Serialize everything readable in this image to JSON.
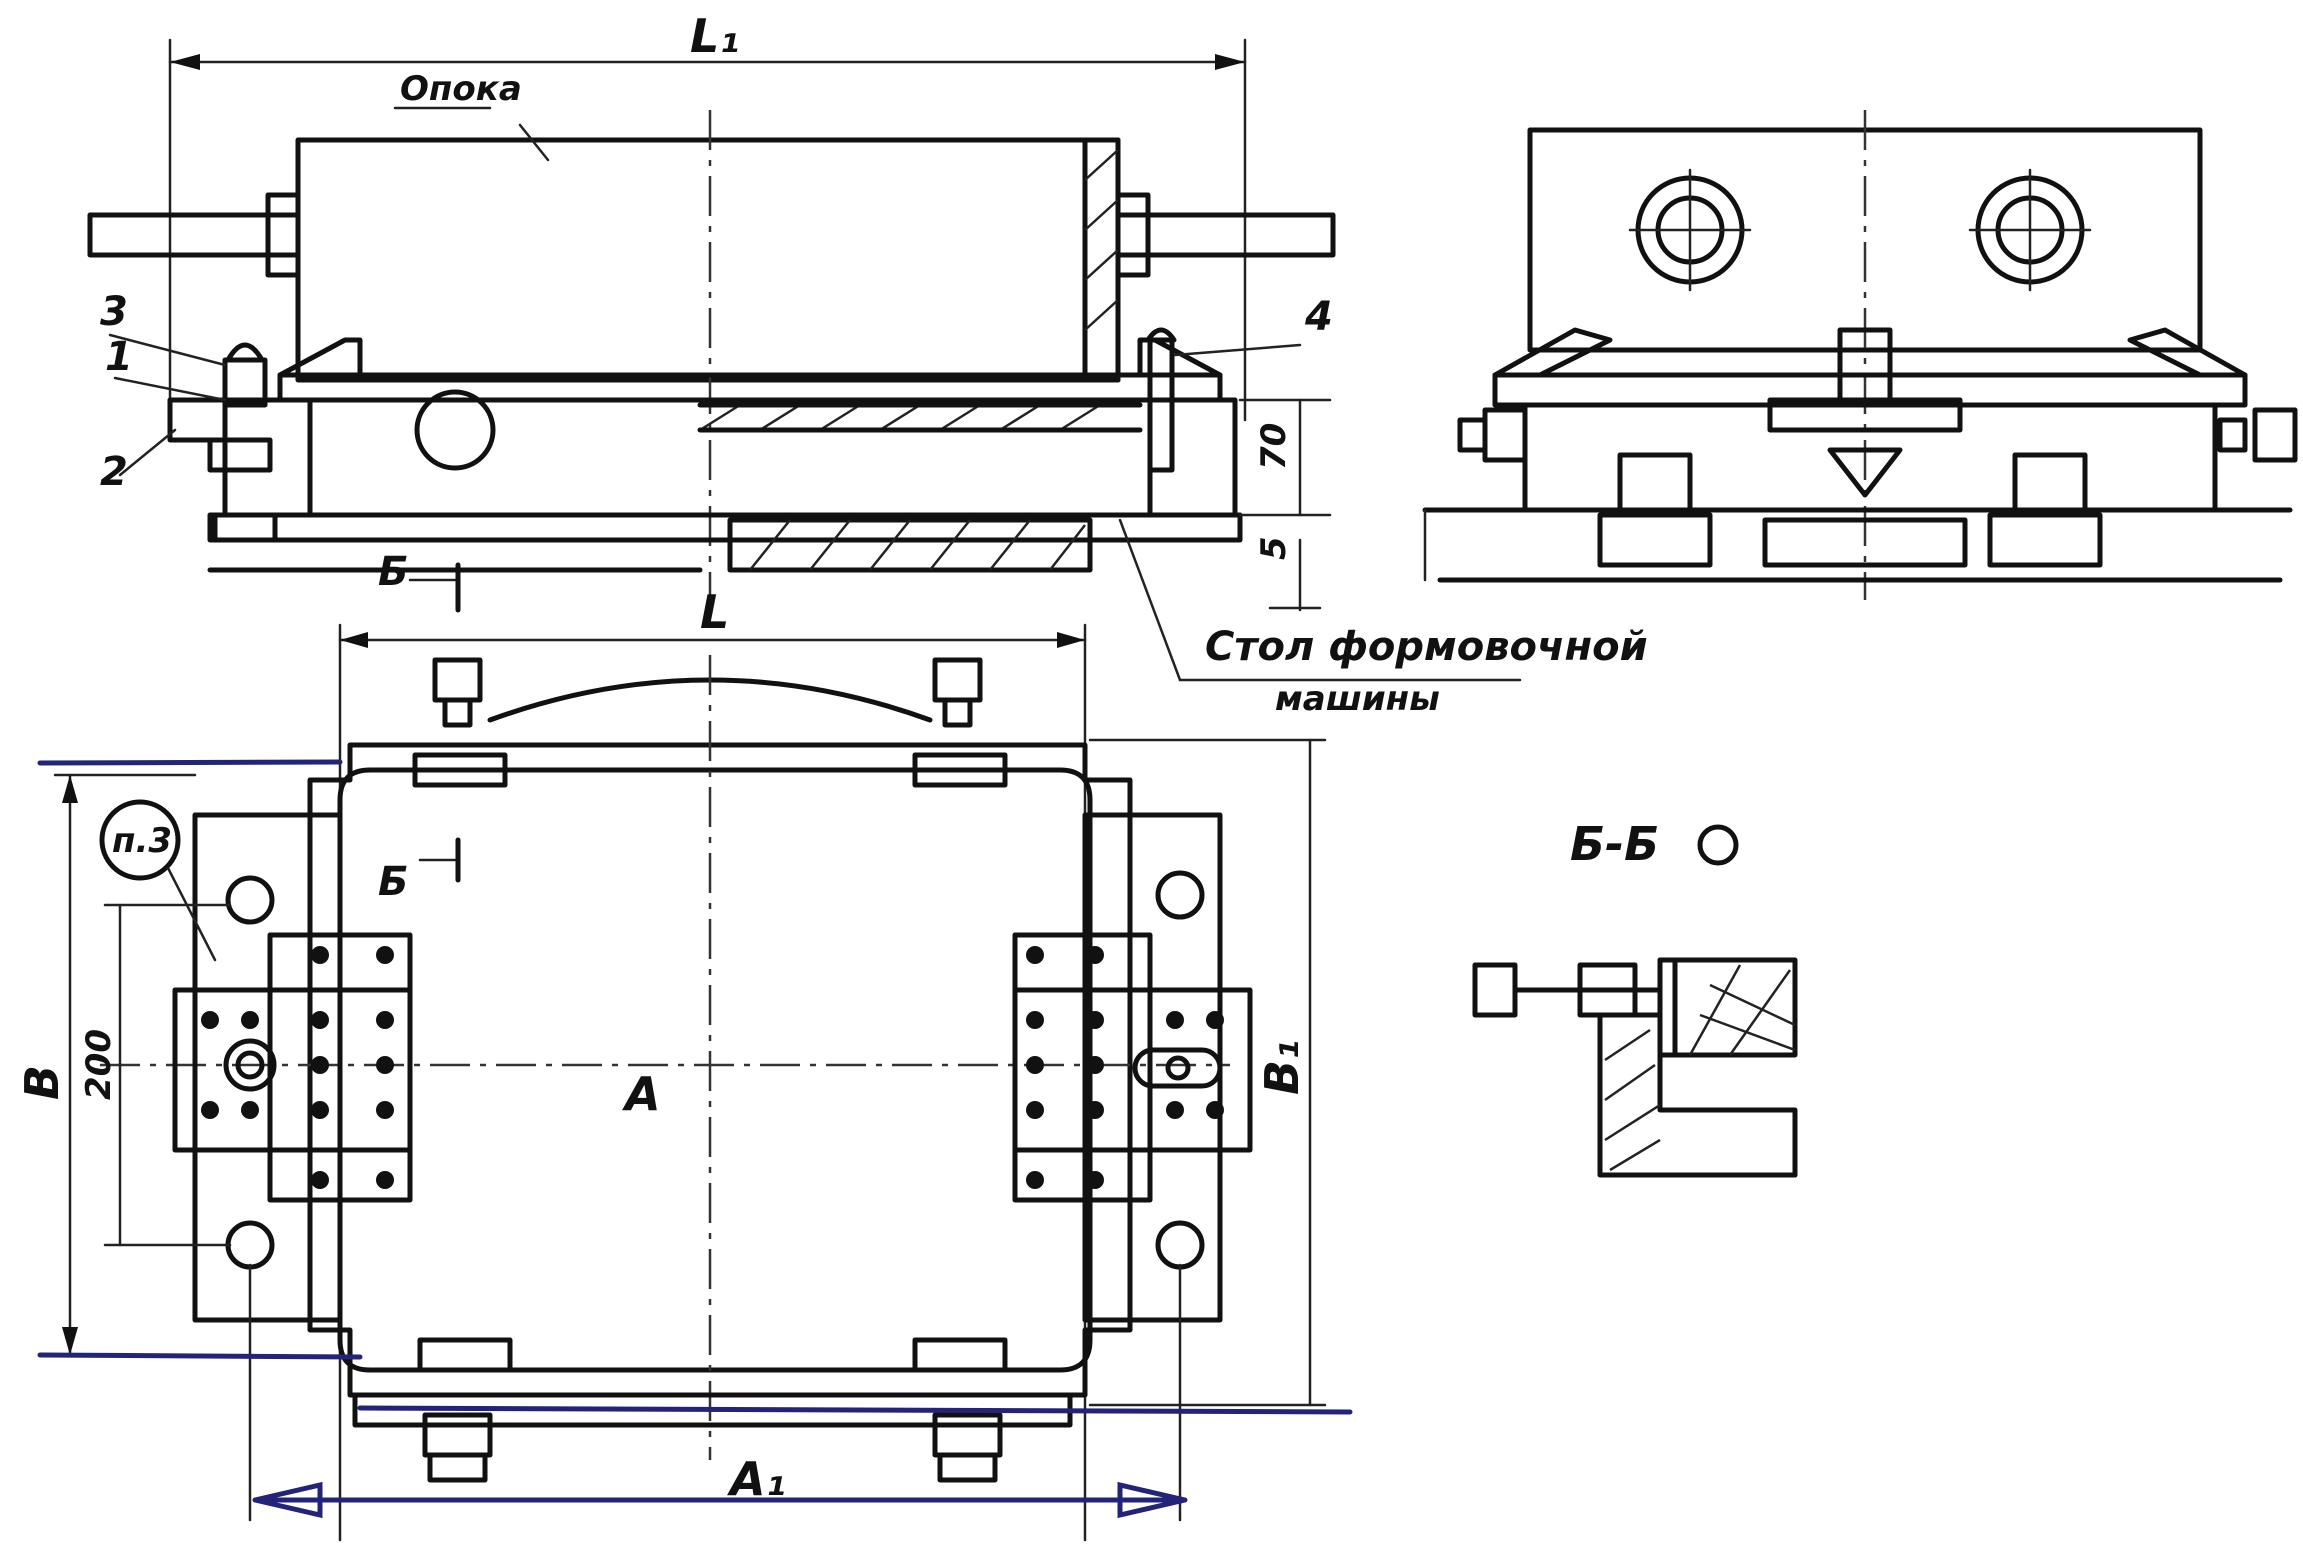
{
  "labels": {
    "dim_L1": "L₁",
    "dim_L": "L",
    "opoka": "Опока",
    "callout_1": "1",
    "callout_2": "2",
    "callout_3": "3",
    "callout_4": "4",
    "dim_70": "70",
    "dim_5": "5",
    "section_mark_b_top": "Б",
    "section_mark_b_bottom": "Б",
    "stol_line1": "Стол формовочной",
    "stol_line2": "машины",
    "ref_circle": "п.3",
    "dim_B": "В",
    "dim_200": "200",
    "dim_A": "А",
    "dim_B1": "В₁",
    "dim_A1": "А₁",
    "section_title": "Б-Б"
  },
  "colors": {
    "ink": "#111111",
    "marker_blue": "#23237a"
  }
}
